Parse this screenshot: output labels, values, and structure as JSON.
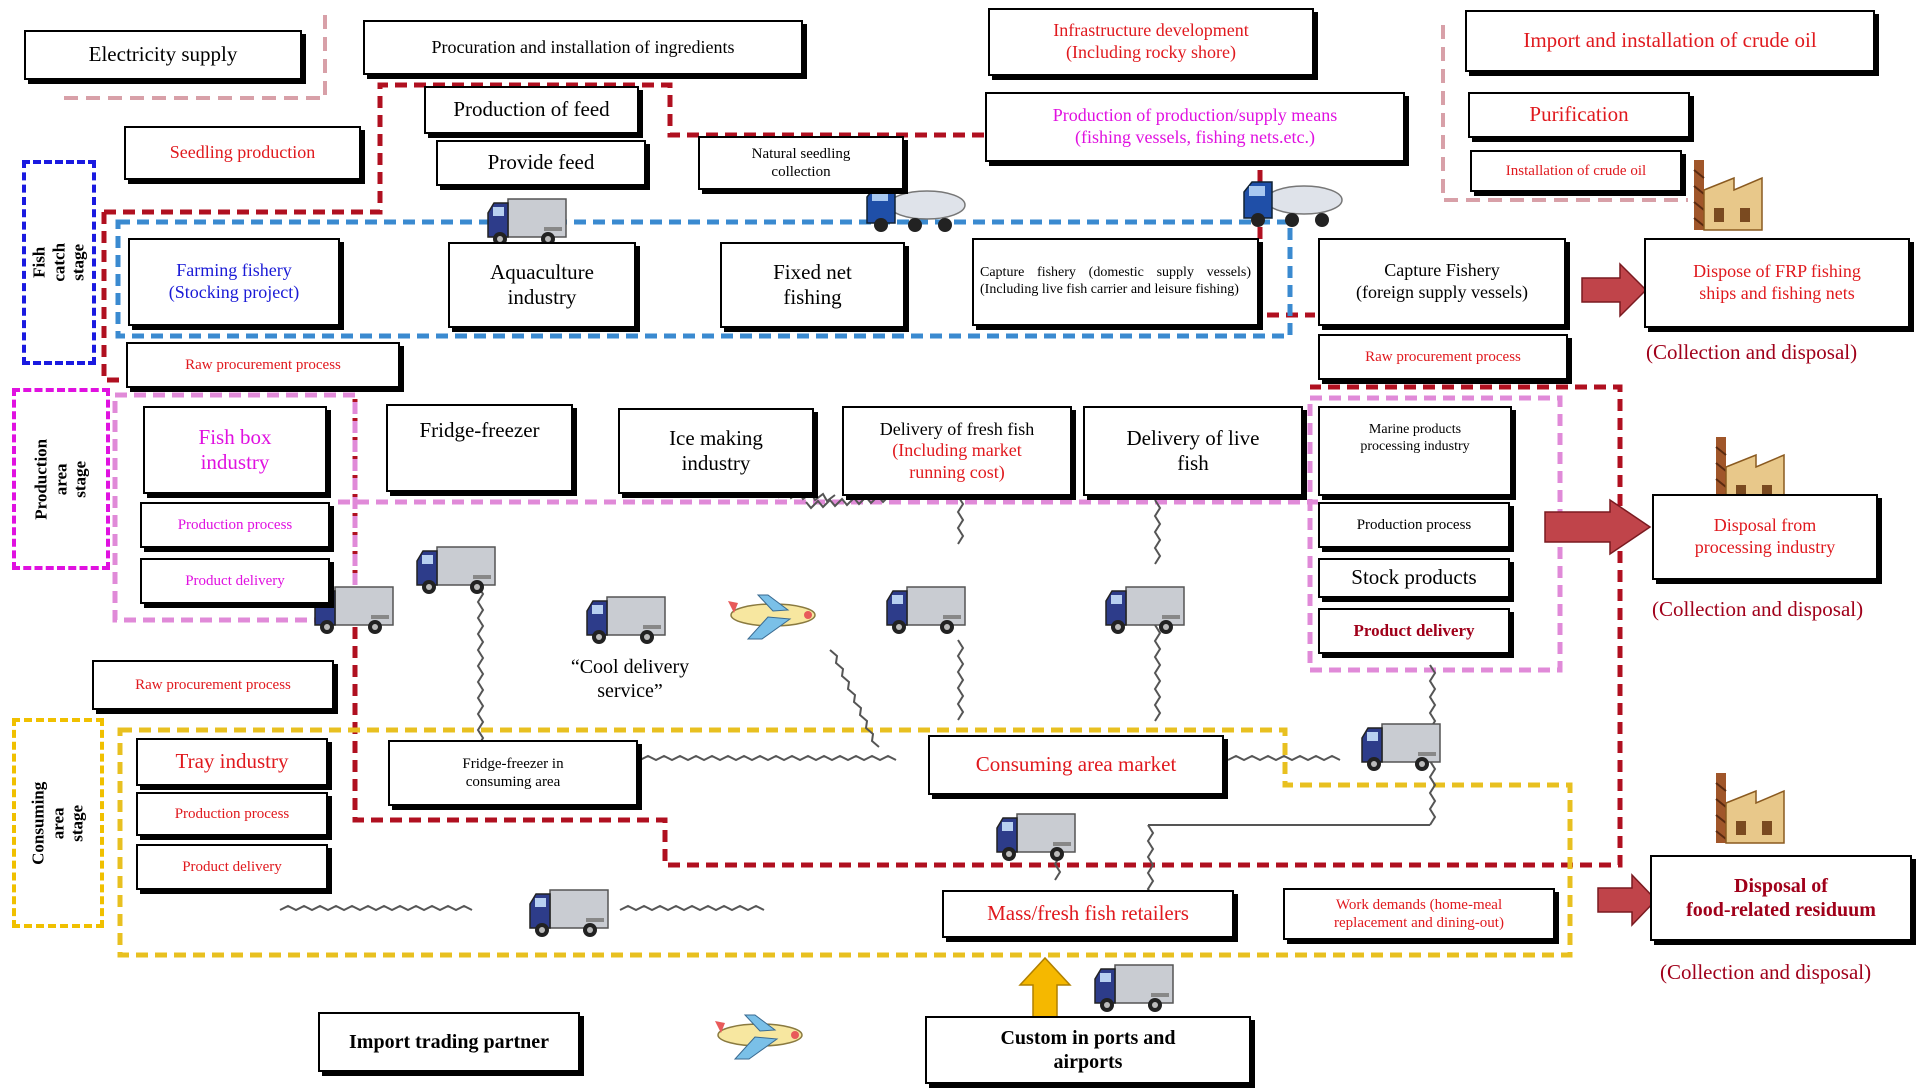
{
  "stages": {
    "fish_catch": "Fish catch stage",
    "production": "Production area\nstage",
    "consuming": "Consuming area\nstage"
  },
  "boxes": {
    "electricity": "Electricity supply",
    "procuration": "Procuration and installation of ingredients",
    "infrastructure": "Infrastructure development\n(Including rocky shore)",
    "import_crude": "Import and installation of crude oil",
    "production_feed": "Production of feed",
    "provide_feed": "Provide feed",
    "seedling": "Seedling production",
    "natural_seedling": "Natural seedling\ncollection",
    "production_means": "Production of production/supply means\n(fishing vessels, fishing nets.etc.)",
    "purification": "Purification",
    "install_crude": "Installation of crude oil",
    "farming_fishery": "Farming fishery\n(Stocking project)",
    "aquaculture": "Aquaculture\nindustry",
    "fixed_net": "Fixed net\nfishing",
    "capture_domestic": "Capture fishery (domestic supply vessels) (Including live fish carrier and leisure fishing)",
    "capture_foreign": "Capture Fishery\n(foreign supply vessels)",
    "dispose_frp": "Dispose of FRP fishing\nships and fishing nets",
    "raw_proc_1": "Raw procurement process",
    "raw_proc_2": "Raw procurement process",
    "fish_box": "Fish box\nindustry",
    "fridge_freezer": "Fridge-freezer",
    "ice_making": "Ice making\nindustry",
    "delivery_fresh_a": "Delivery of fresh fish",
    "delivery_fresh_b": "(Including market\nrunning cost)",
    "delivery_live": "Delivery of live\nfish",
    "marine_products": "Marine products\nprocessing industry",
    "production_process_1": "Production process",
    "product_delivery_1": "Product delivery",
    "production_process_2": "Production process",
    "stock_products": "Stock products",
    "product_delivery_2": "Product delivery",
    "disposal_processing": "Disposal from\nprocessing industry",
    "raw_proc_3": "Raw procurement process",
    "tray_industry": "Tray industry",
    "production_process_3": "Production process",
    "product_delivery_3": "Product delivery",
    "fridge_consuming": "Fridge-freezer in\nconsuming area",
    "consuming_market": "Consuming area market",
    "mass_retailers": "Mass/fresh fish retailers",
    "work_demands": "Work demands (home-meal\nreplacement and dining-out)",
    "disposal_food": "Disposal of\nfood-related residuum",
    "import_partner": "Import trading partner",
    "custom_ports": "Custom in ports and\nairports"
  },
  "captions": {
    "collection_1": "(Collection and disposal)",
    "collection_2": "(Collection and disposal)",
    "collection_3": "(Collection and disposal)",
    "cool_delivery": "“Cool delivery\nservice”"
  },
  "colors": {
    "red_text": "#e0191e",
    "blue_text": "#1a1ad6",
    "magenta_text": "#e011e0",
    "dark_red_text": "#a0001a",
    "dashed_darkred": "#b01020",
    "dashed_blue": "#3a8ad0",
    "dashed_pink": "#e08ad8",
    "dashed_yellow": "#e8c020",
    "dashed_rose": "#d8a0a8",
    "stage_blue": "#1a1ae0",
    "stage_magenta": "#e011e0",
    "stage_yellow": "#f0c000",
    "arrow_red": "#c0444a",
    "arrow_yellow": "#f5b800"
  },
  "icons": {
    "truck": "delivery-truck-icon",
    "tanker": "tanker-truck-icon",
    "plane": "airplane-icon",
    "factory": "factory-icon"
  }
}
